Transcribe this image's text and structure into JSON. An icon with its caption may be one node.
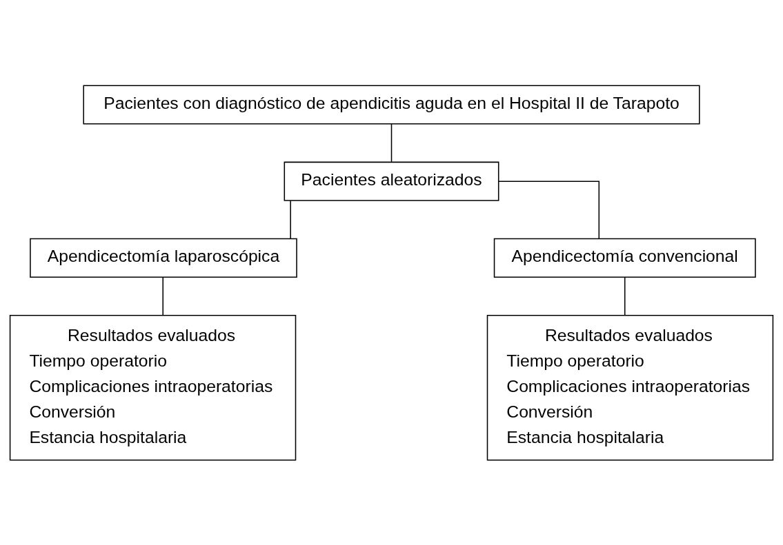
{
  "diagram": {
    "nodes": [
      {
        "text": [
          "Pacientes con diagnóstico de apendicitis aguda en el Hospital II de Tarapoto"
        ]
      },
      {
        "text": [
          "Pacientes aleatorizados"
        ]
      },
      {
        "text": [
          "Apendicectomía laparoscópica"
        ]
      },
      {
        "text": [
          "Apendicectomía convencional"
        ]
      },
      {
        "text": [
          "Resultados evaluados",
          "Tiempo operatorio",
          "Complicaciones intraoperatorias",
          "Conversión",
          "Estancia hospitalaria"
        ]
      },
      {
        "text": [
          "Resultados evaluados",
          "Tiempo operatorio",
          "Complicaciones intraoperatorias",
          "Conversión",
          "Estancia hospitalaria"
        ]
      }
    ],
    "edges": [
      {
        "from": 0,
        "to": 1,
        "arrow": "none"
      },
      {
        "from": 1,
        "to": 2,
        "arrow": "none"
      },
      {
        "from": 1,
        "to": 3,
        "arrow": "none"
      },
      {
        "from": 2,
        "to": 4,
        "arrow": "none"
      },
      {
        "from": 3,
        "to": 5,
        "arrow": "none"
      }
    ]
  }
}
